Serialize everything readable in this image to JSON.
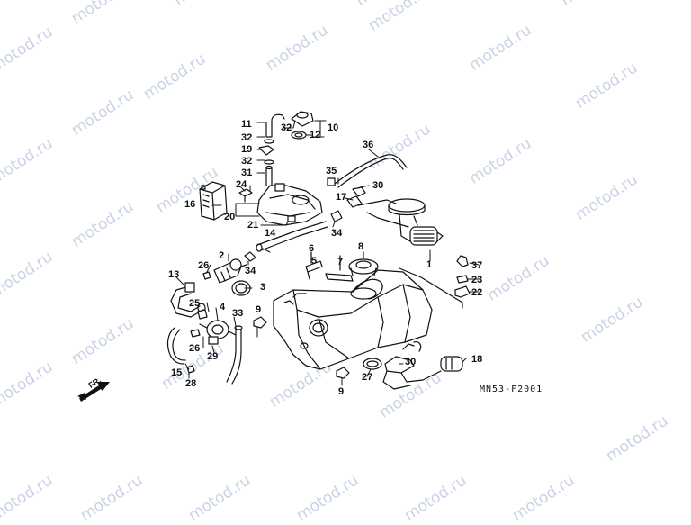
{
  "watermark": "motod.ru",
  "diagram_code": "MN53-F2001",
  "front_label": "FR.",
  "callouts": {
    "c1": "1",
    "c2": "2",
    "c3": "3",
    "c4": "4",
    "c5": "5",
    "c6": "6",
    "c7": "7",
    "c8": "8",
    "c9a": "9",
    "c9b": "9",
    "c10": "10",
    "c11": "11",
    "c12": "12",
    "c13": "13",
    "c14": "14",
    "c15": "15",
    "c16": "16",
    "c17": "17",
    "c18": "18",
    "c19": "19",
    "c20": "20",
    "c21": "21",
    "c22": "22",
    "c23": "23",
    "c24": "24",
    "c25": "25",
    "c26a": "26",
    "c26b": "26",
    "c27": "27",
    "c28": "28",
    "c29": "29",
    "c30a": "30",
    "c30b": "30",
    "c31": "31",
    "c32a": "32",
    "c32b": "32",
    "c32c": "32",
    "c33": "33",
    "c34a": "34",
    "c34b": "34",
    "c35": "35",
    "c36": "36",
    "c37": "37"
  }
}
